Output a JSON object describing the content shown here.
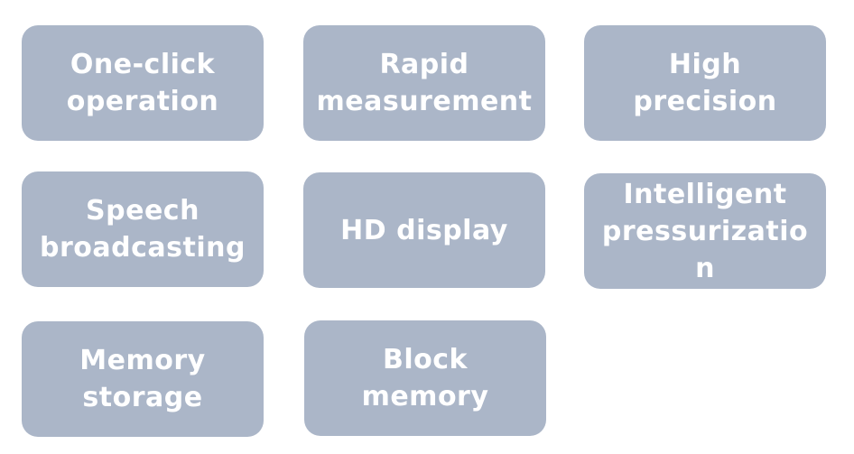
{
  "features": [
    {
      "label_lines": [
        "One-click",
        "operation"
      ]
    },
    {
      "label_lines": [
        "Rapid",
        "measurement"
      ]
    },
    {
      "label_lines": [
        "High",
        "precision"
      ]
    },
    {
      "label_lines": [
        "Speech",
        "broadcasting"
      ]
    },
    {
      "label_lines": [
        "HD display"
      ]
    },
    {
      "label_lines": [
        "Intelligent",
        "pressurizatio",
        "n"
      ]
    },
    {
      "label_lines": [
        "Memory",
        "storage"
      ]
    },
    {
      "label_lines": [
        "Block",
        "memory"
      ]
    }
  ],
  "colors": {
    "tile_background": "#abb6c8",
    "tile_text": "#ffffff"
  }
}
